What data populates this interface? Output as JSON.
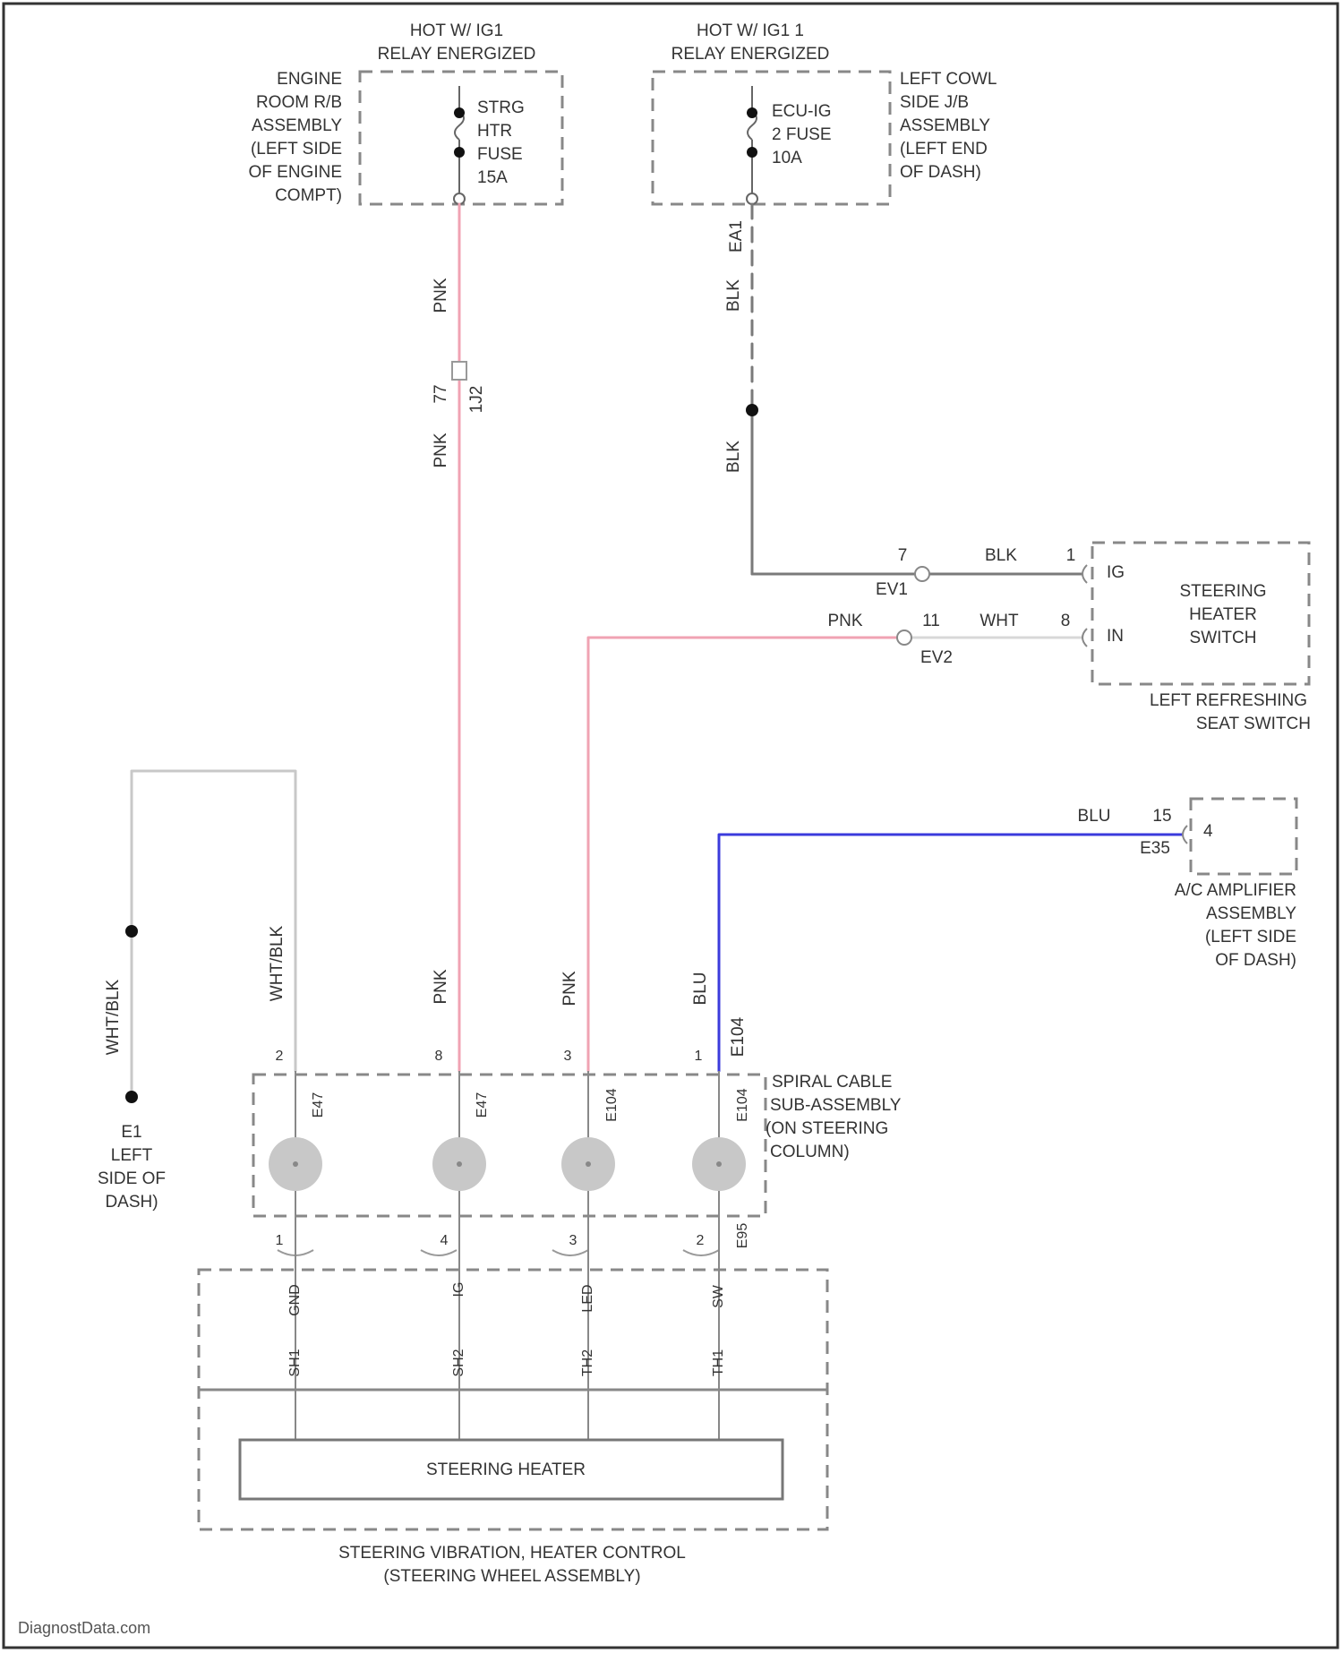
{
  "colors": {
    "pink": "#f0a3b3",
    "gray": "#7a7a7a",
    "light_gray": "#c8c8c8",
    "blue": "#3b3bdc",
    "black": "#111111"
  },
  "power": {
    "left": {
      "line1": "HOT W/ IG1",
      "line2": "RELAY ENERGIZED"
    },
    "right": {
      "line1": "HOT W/ IG1 1",
      "line2": "RELAY ENERGIZED"
    }
  },
  "engine_rb": [
    "ENGINE",
    "ROOM R/B",
    "ASSEMBLY",
    "(LEFT SIDE",
    "OF ENGINE",
    "COMPT)"
  ],
  "strg_fuse": [
    "STRG",
    "HTR",
    "FUSE",
    "15A"
  ],
  "ecu_fuse": [
    "ECU-IG",
    "2 FUSE",
    "10A"
  ],
  "cowl_jb": [
    "LEFT COWL",
    "SIDE J/B",
    "ASSEMBLY",
    "(LEFT END",
    "OF DASH)"
  ],
  "wire_labels": {
    "pnk_top": "PNK",
    "pnk_mid": "PNK",
    "blk_top": "BLK",
    "blk_mid": "BLK",
    "blk_h": "BLK",
    "pnk_h": "PNK",
    "wht_h": "WHT",
    "blu_h": "BLU",
    "wht_blk_left": "WHT/BLK",
    "wht_blk": "WHT/BLK",
    "pnk_b1": "PNK",
    "pnk_b2": "PNK",
    "blu_b": "BLU"
  },
  "connectors": {
    "c_1j2": "1J2",
    "pin_77": "77",
    "c_ea1": "EA1",
    "pin_7": "7",
    "c_ev1": "EV1",
    "pin_1": "1",
    "pin_11": "11",
    "c_ev2": "EV2",
    "pin_8": "8",
    "pin_15": "15",
    "c_e35": "E35",
    "c_e104": "E104",
    "c_e95": "E95"
  },
  "heater_switch": {
    "pin_top": "IG",
    "pin_bottom": "IN",
    "title": [
      "STEERING",
      "HEATER",
      "SWITCH"
    ],
    "caption": [
      "LEFT REFRESHING",
      "SEAT SWITCH"
    ]
  },
  "amplifier": {
    "pin": "4",
    "caption": [
      "A/C AMPLIFIER",
      "ASSEMBLY",
      "(LEFT SIDE",
      "OF DASH)"
    ]
  },
  "ground": {
    "name": "E1",
    "caption": [
      "LEFT",
      "SIDE OF",
      "DASH)"
    ]
  },
  "spiral": {
    "caption": [
      "SPIRAL CABLE",
      "SUB-ASSEMBLY",
      "(ON STEERING",
      "COLUMN)"
    ],
    "top_pins": [
      "2",
      "8",
      "3",
      "1"
    ],
    "bottom_pins": [
      "1",
      "4",
      "3",
      "2"
    ],
    "sub_labels": [
      "E47",
      "E47",
      "E104",
      "E104"
    ]
  },
  "control": {
    "pins": [
      "GND",
      "IG",
      "LED",
      "SW"
    ],
    "heater_pins": [
      "SH1",
      "SH2",
      "TH2",
      "TH1"
    ],
    "heater": "STEERING HEATER",
    "caption": [
      "STEERING VIBRATION, HEATER CONTROL",
      "(STEERING WHEEL ASSEMBLY)"
    ]
  },
  "footer": "DiagnostData.com"
}
